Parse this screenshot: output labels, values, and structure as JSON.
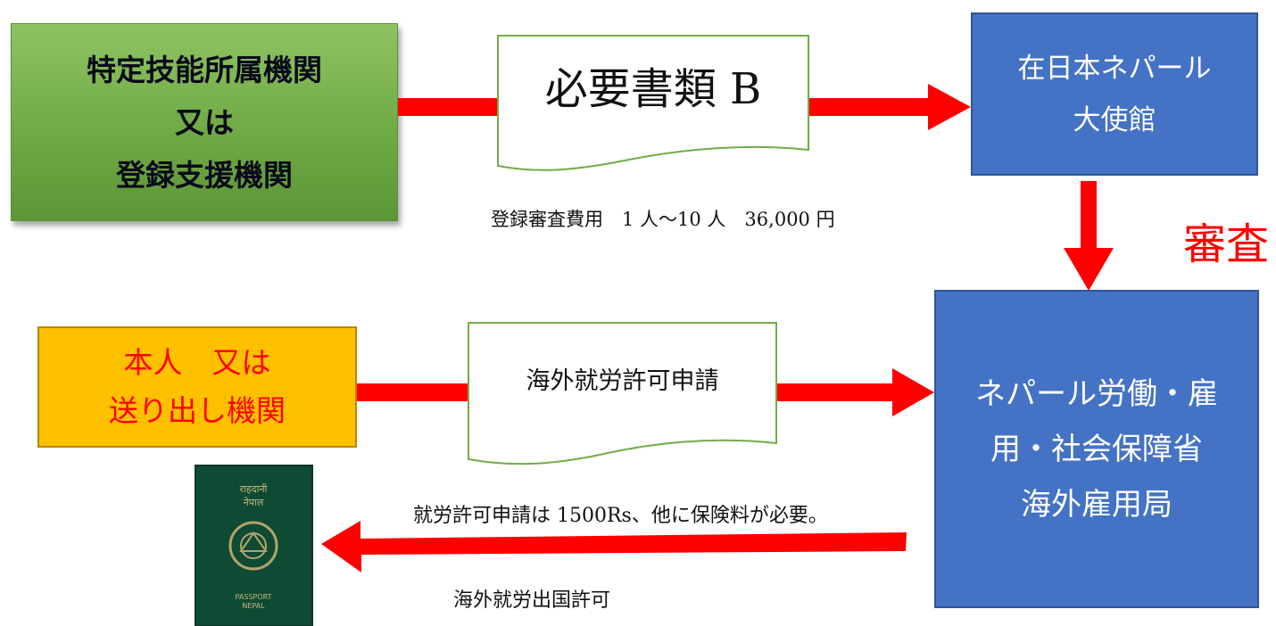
{
  "organization_box": {
    "lines": [
      "特定技能所属機関",
      "又は",
      "登録支援機関"
    ]
  },
  "document_b": {
    "label": "必要書類 B"
  },
  "embassy_box": {
    "lines": [
      "在日本ネパール",
      "大使館"
    ]
  },
  "registration_fee": {
    "text": "登録審査費用　1 人～10 人　36,000 円"
  },
  "review": {
    "text": "審査"
  },
  "applicant_box": {
    "lines": [
      "本人　又は",
      "送り出し機関"
    ]
  },
  "overseas_permit_doc": {
    "label": "海外就労許可申請"
  },
  "ministry_box": {
    "lines": [
      "ネパール労働・雇",
      "用・社会保障省",
      "海外雇用局"
    ]
  },
  "permit_fee_note": {
    "text": "就労許可申請は 1500Rs、他に保険料が必要。"
  },
  "exit_permit": {
    "text": "海外就労出国許可"
  },
  "passport": {
    "title_line1": "राहदानी",
    "title_line2": "नेपाल",
    "bottom_line1": "PASSPORT",
    "bottom_line2": "NEPAL"
  },
  "colors": {
    "arrow": "#ff0000",
    "green_box": "#70ad47",
    "yellow_box": "#ffc000",
    "blue_box": "#4472c4",
    "document_border": "#70ad47",
    "passport": "#0f4a34"
  }
}
